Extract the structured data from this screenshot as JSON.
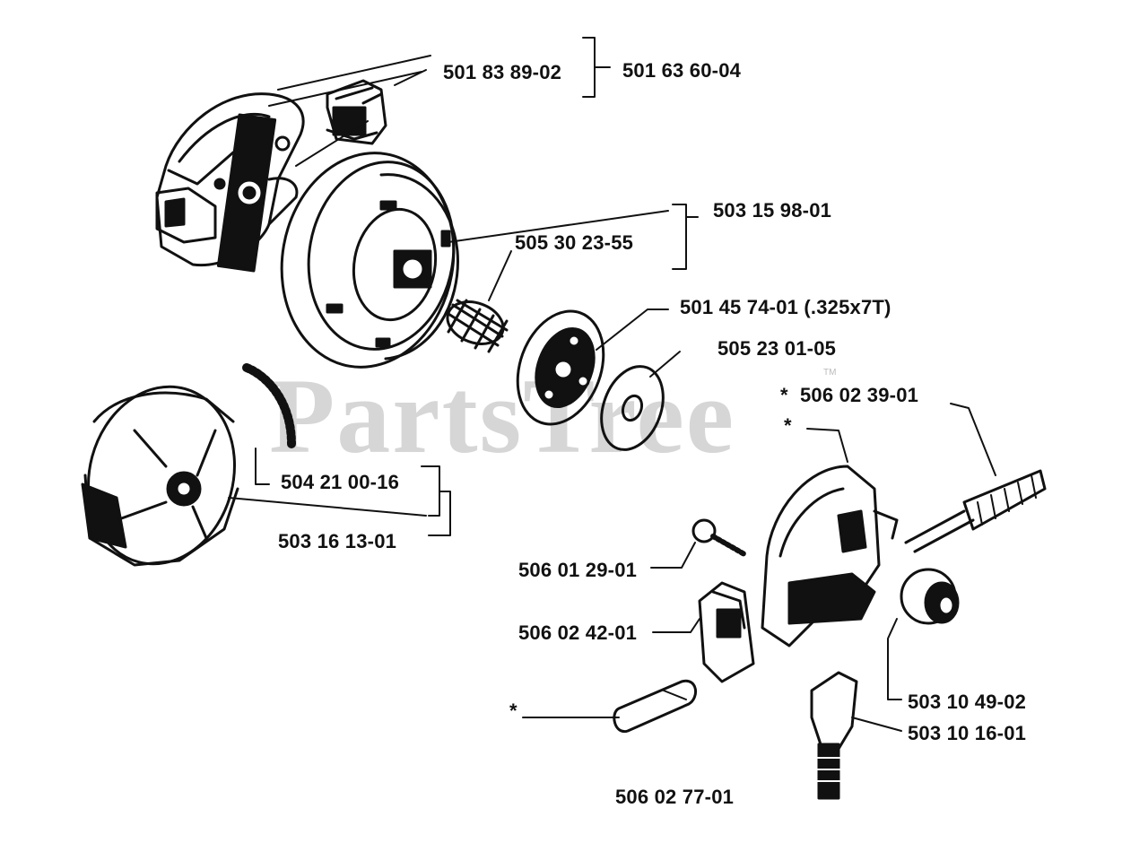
{
  "watermark": {
    "text": "PartsTree",
    "trademark": "TM"
  },
  "parts": {
    "clutch_cover_assembly": "501 63 60-04",
    "clutch_cover_part": "501 83 89-02",
    "drum_assembly": "503 15 98-01",
    "needle_bearing": "505 30 23-55",
    "rim_sprocket": "501 45 74-01 (.325x7T)",
    "washer": "505 23 01-05",
    "oil_pump": "506 02 39-01",
    "clutch_spring": "504 21 00-16",
    "clutch_assembly": "503 16 13-01",
    "screw": "506 01 29-01",
    "bracket": "506 02 42-01",
    "pin": "506 02 77-01",
    "worm_gear": "503 10 49-02",
    "adjuster": "503 10 16-01"
  },
  "markers": {
    "star_oil_pump": "*",
    "star_pump_body": "*",
    "star_pin": "*"
  }
}
